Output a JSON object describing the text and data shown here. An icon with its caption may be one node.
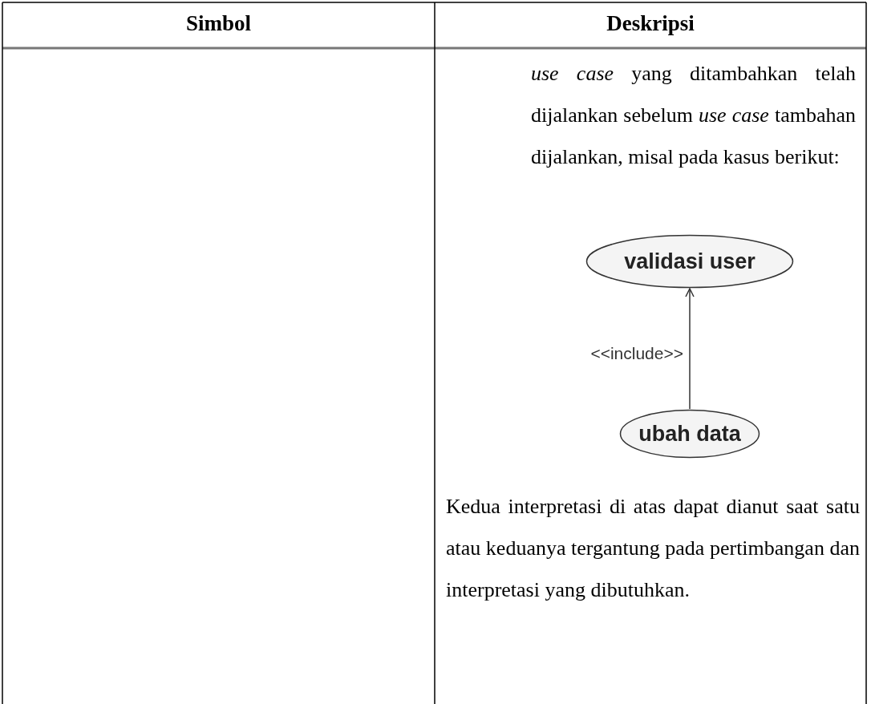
{
  "diagram": {
    "nodes": [
      {
        "text": [
          "validasi user"
        ]
      },
      {
        "text": [
          "ubah data"
        ]
      }
    ],
    "edges": [
      {
        "from": 1,
        "to": 0,
        "arrow": "to",
        "label": "<<include>>"
      }
    ],
    "labels": [
      "Simbol",
      "Deskripsi",
      "*use case* yang ditambahkan telah dijalankan sebelum *use case* tambahan dijalankan, misal pada kasus berikut:",
      "Kedua interpretasi di atas dapat dianut saat satu atau keduanya tergantung pada pertimbangan dan interpretasi yang dibutuhkan."
    ]
  }
}
